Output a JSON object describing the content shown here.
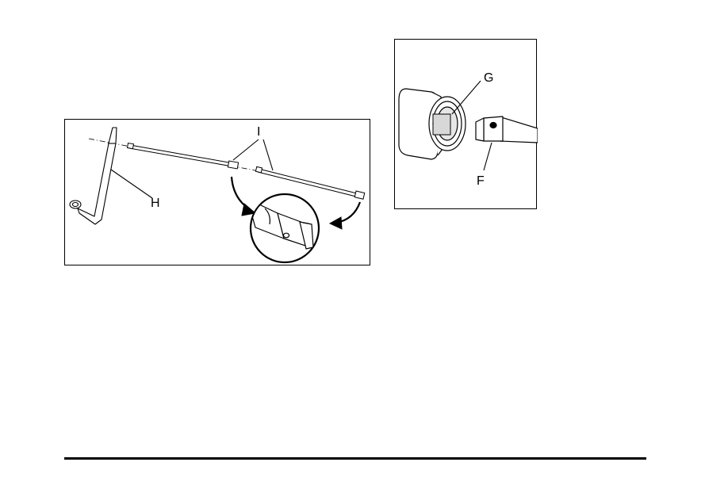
{
  "figures": {
    "rod_assembly": {
      "callouts": {
        "handle": "H",
        "rods": "I"
      }
    },
    "spindle_detail": {
      "callouts": {
        "spindle": "G",
        "rod_end": "F"
      }
    }
  }
}
